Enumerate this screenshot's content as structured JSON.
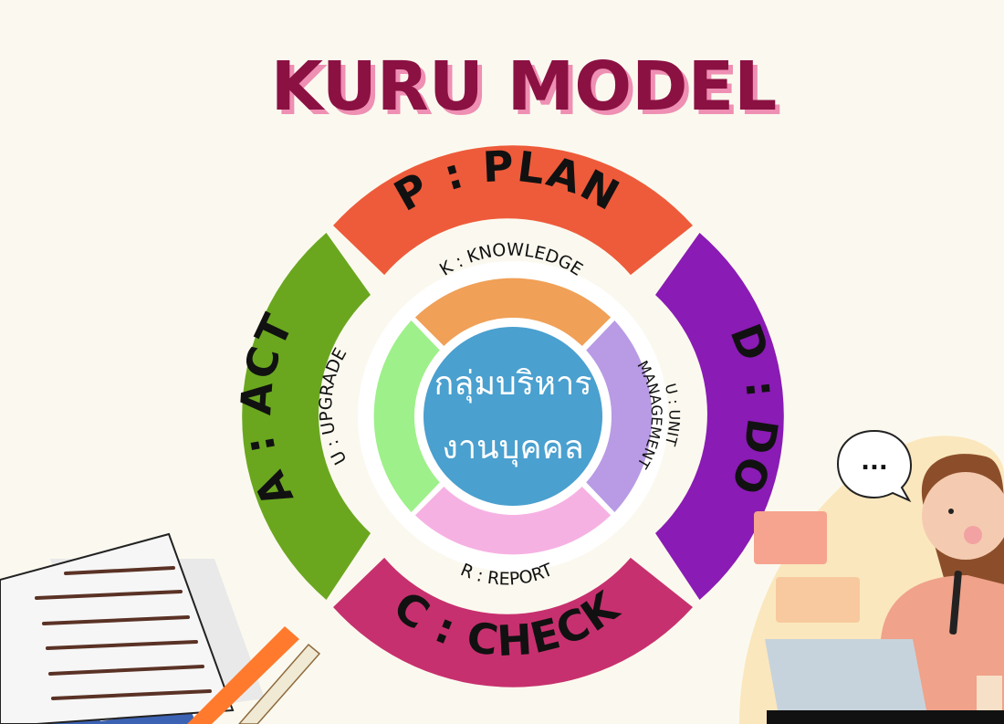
{
  "title": "KURU MODEL",
  "outer_ring": [
    {
      "key": "plan",
      "label": "P : PLAN",
      "color": "#ee5b3a"
    },
    {
      "key": "do",
      "label": "D : DO",
      "color": "#8a1bb4"
    },
    {
      "key": "check",
      "label": "C : CHECK",
      "color": "#c7306e"
    },
    {
      "key": "act",
      "label": "A : ACT",
      "color": "#6aa71f"
    }
  ],
  "inner_ring": [
    {
      "key": "knowledge",
      "label": "K : KNOWLEDGE",
      "color": "#f0a057"
    },
    {
      "key": "unit_a",
      "label": "U : UNIT",
      "color": "#b89be4"
    },
    {
      "key": "unit_b",
      "label": "MANAGEMENT",
      "color": "#b89be4"
    },
    {
      "key": "report",
      "label": "R : REPORT",
      "color": "#f6b1e3"
    },
    {
      "key": "upgrade",
      "label": "U : UPGRADE",
      "color": "#9ef08a"
    }
  ],
  "center": {
    "line1": "กลุ่มบริหาร",
    "line2": "งานบุคคล",
    "color": "#4aa0cf"
  },
  "speech_bubble": "...",
  "colors": {
    "background": "#fbf9ef",
    "title": "#8b1143",
    "title_shadow": "#ee8fb3"
  }
}
